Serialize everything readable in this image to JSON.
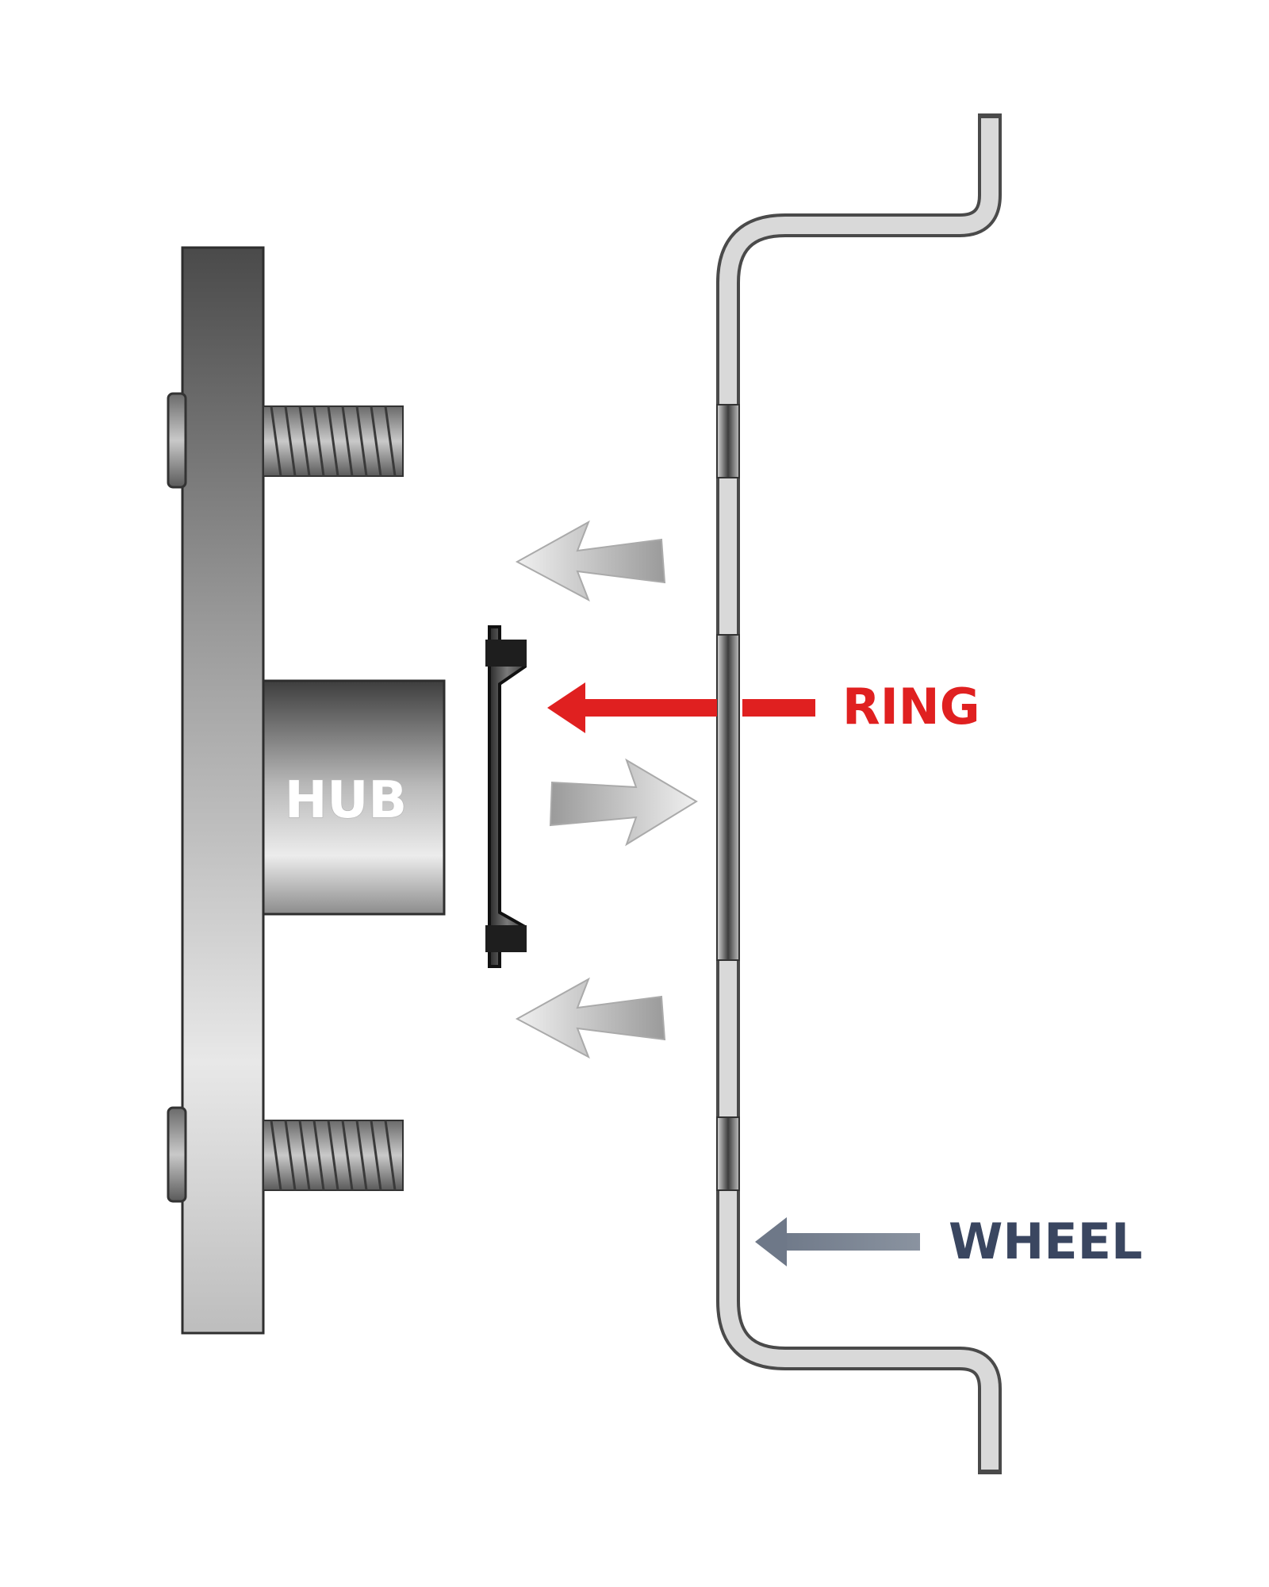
{
  "labels": {
    "hub": "HUB",
    "ring": "RING",
    "wheel": "WHEEL"
  },
  "colors": {
    "ring_accent": "#e02020",
    "wheel_accent": "#3a4660",
    "background": "#ffffff"
  },
  "icons": {
    "flow_arrow": "fat-arrow",
    "pointer_arrow": "pointer-arrow"
  }
}
